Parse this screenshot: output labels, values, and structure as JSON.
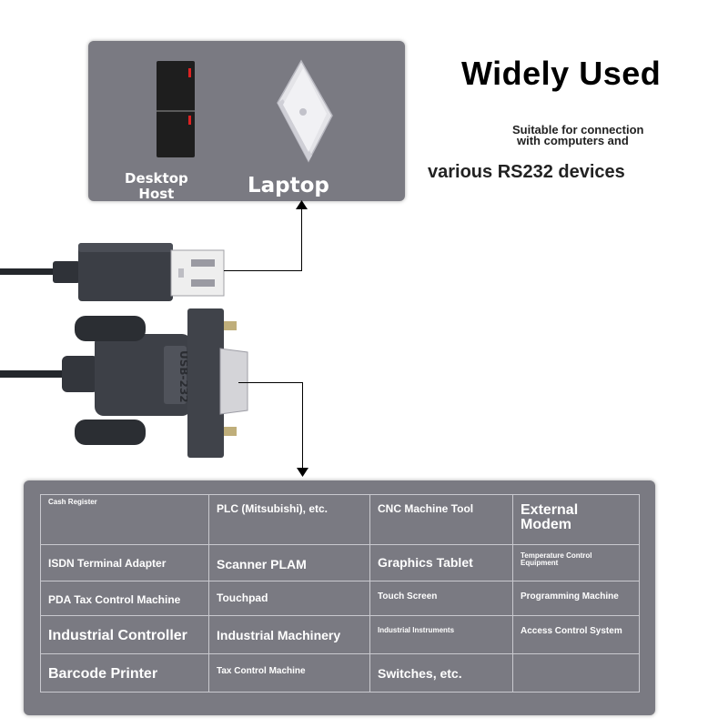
{
  "top_panel": {
    "desktop_label_line1": "Desktop",
    "desktop_label_line2": "Host",
    "laptop_label": "Laptop"
  },
  "headline": "Widely Used",
  "subtext": {
    "line1": "Suitable for connection",
    "line2": "with computers and",
    "line3": "various RS232 devices"
  },
  "cable": {
    "connector_text": "USB-232"
  },
  "devices_table": [
    [
      "Cash Register",
      "PLC (Mitsubishi), etc.",
      "CNC Machine Tool",
      "External Modem"
    ],
    [
      "ISDN Terminal Adapter",
      "Scanner PLAM",
      "Graphics Tablet",
      "Temperature Control Equipment"
    ],
    [
      "PDA Tax Control Machine",
      "Touchpad",
      "Touch Screen",
      "Programming Machine"
    ],
    [
      "Industrial Controller",
      "Industrial Machinery",
      "Industrial Instruments",
      "Access Control System"
    ],
    [
      "Barcode Printer",
      "Tax Control Machine",
      "Switches, etc.",
      ""
    ]
  ],
  "colors": {
    "panel": "#7a7a82",
    "cable": "#2a2d33",
    "text_dark": "#000000"
  }
}
